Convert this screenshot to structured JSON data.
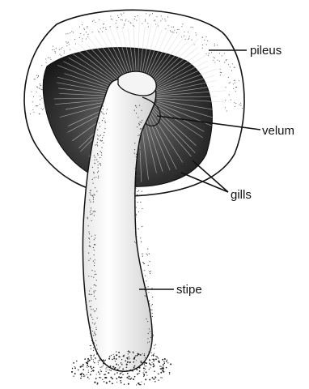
{
  "labels": {
    "pileus": "pileus",
    "velum": "velum",
    "gills": "gills",
    "stipe": "stipe"
  },
  "colors": {
    "ink": "#111111",
    "gill_shade": "#3a3a3a",
    "paper": "#ffffff"
  }
}
